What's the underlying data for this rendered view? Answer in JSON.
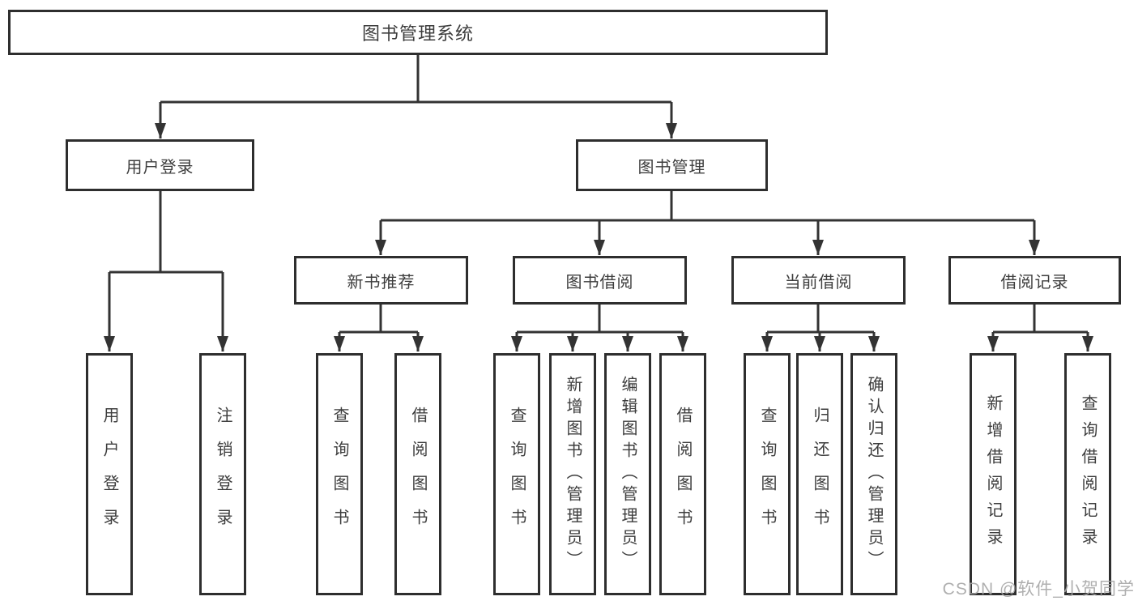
{
  "root_label": "图书管理系统",
  "level2": {
    "user_login": "用户登录",
    "book_mgmt": "图书管理"
  },
  "level3": {
    "new_book_rec": "新书推荐",
    "book_borrow": "图书借阅",
    "current_borrow": "当前借阅",
    "borrow_records": "借阅记录"
  },
  "leaves": {
    "user_login": [
      "用户登录",
      "注销登录"
    ],
    "new_book_rec": [
      "查询图书",
      "借阅图书"
    ],
    "book_borrow": [
      "查询图书",
      "新增图书（管理员）",
      "编辑图书（管理员）",
      "借阅图书"
    ],
    "current_borrow": [
      "查询图书",
      "归还图书",
      "确认归还（管理员）"
    ],
    "borrow_records": [
      "新增借阅记录",
      "查询借阅记录"
    ]
  },
  "watermark": "CSDN @软件_小贺同学",
  "colors": {
    "box_border": "#2e2e2e",
    "text": "#3d3d3d",
    "connector": "#333333",
    "watermark": "#a4a4a4",
    "background": "#ffffff"
  }
}
